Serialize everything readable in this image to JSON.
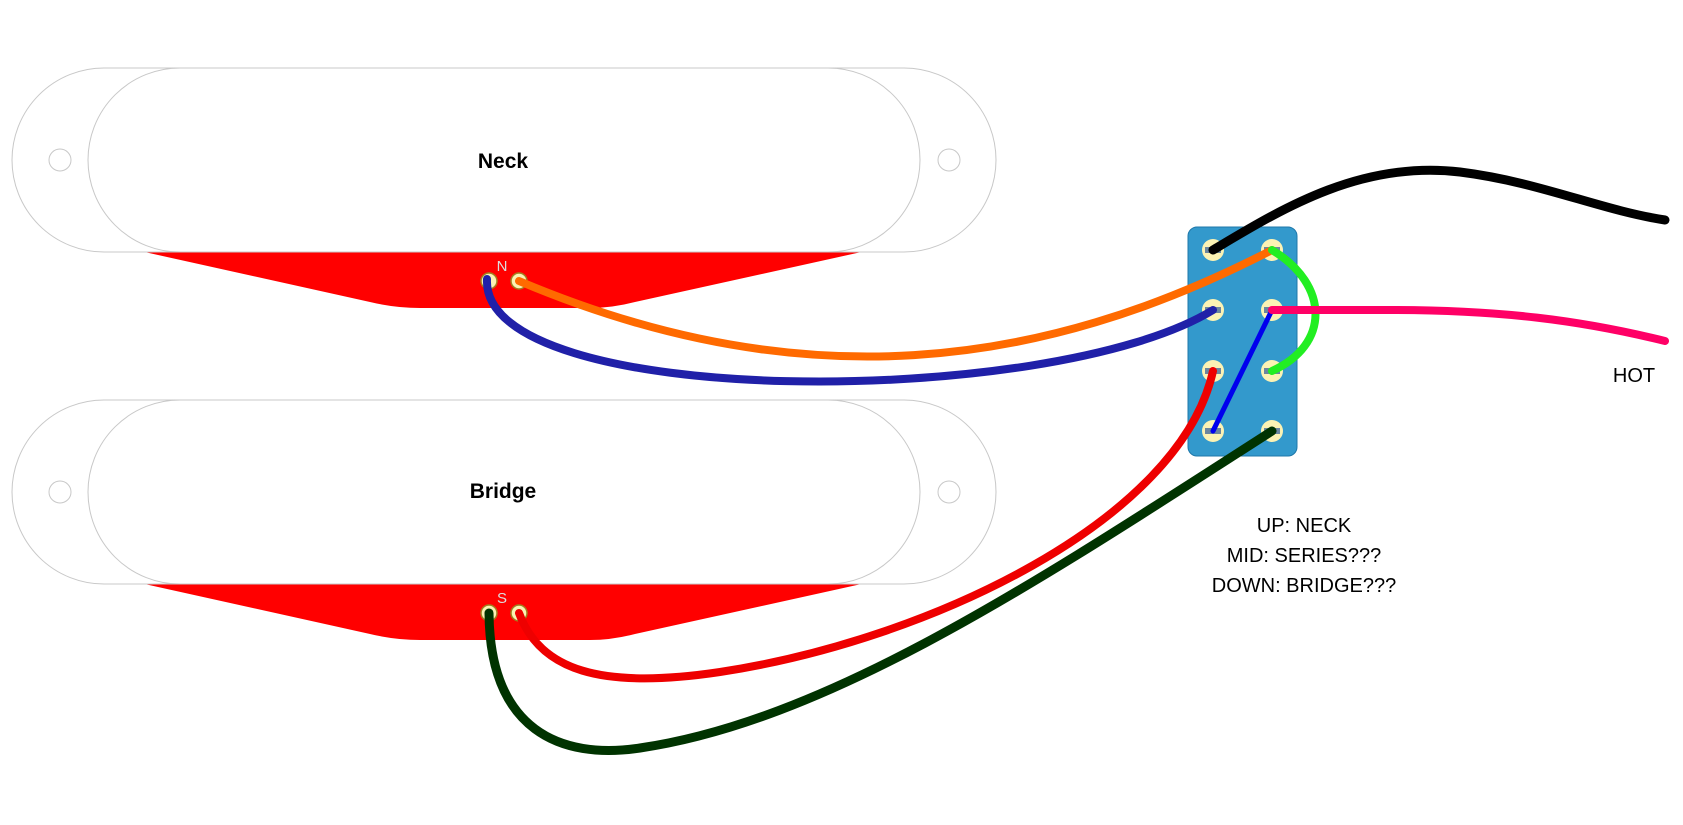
{
  "pickups": {
    "neck": {
      "label": "Neck",
      "polarity_label": "N"
    },
    "bridge": {
      "label": "Bridge",
      "polarity_label": "S"
    }
  },
  "switch_notes": {
    "up": "UP: NECK",
    "mid": "MID: SERIES???",
    "down": "DOWN: BRIDGE???"
  },
  "output": {
    "hot_label": "HOT"
  },
  "colors": {
    "pickup_fill": "#ffffff",
    "pickup_outline": "#c8c8c8",
    "coil_bottom": "#ff0000",
    "lug": "#fbf2b4",
    "switch_body": "#3399cc",
    "switch_border": "#1f78aa",
    "wire_ground": "#000000",
    "wire_neck_start": "#ff6a00",
    "wire_neck_finish": "#2020a8",
    "wire_bridge_start": "#ee0000",
    "wire_bridge_finish": "#003300",
    "wire_jumper_green": "#22ee22",
    "wire_jumper_blue": "#0000ee",
    "wire_hot": "#ff0066"
  }
}
